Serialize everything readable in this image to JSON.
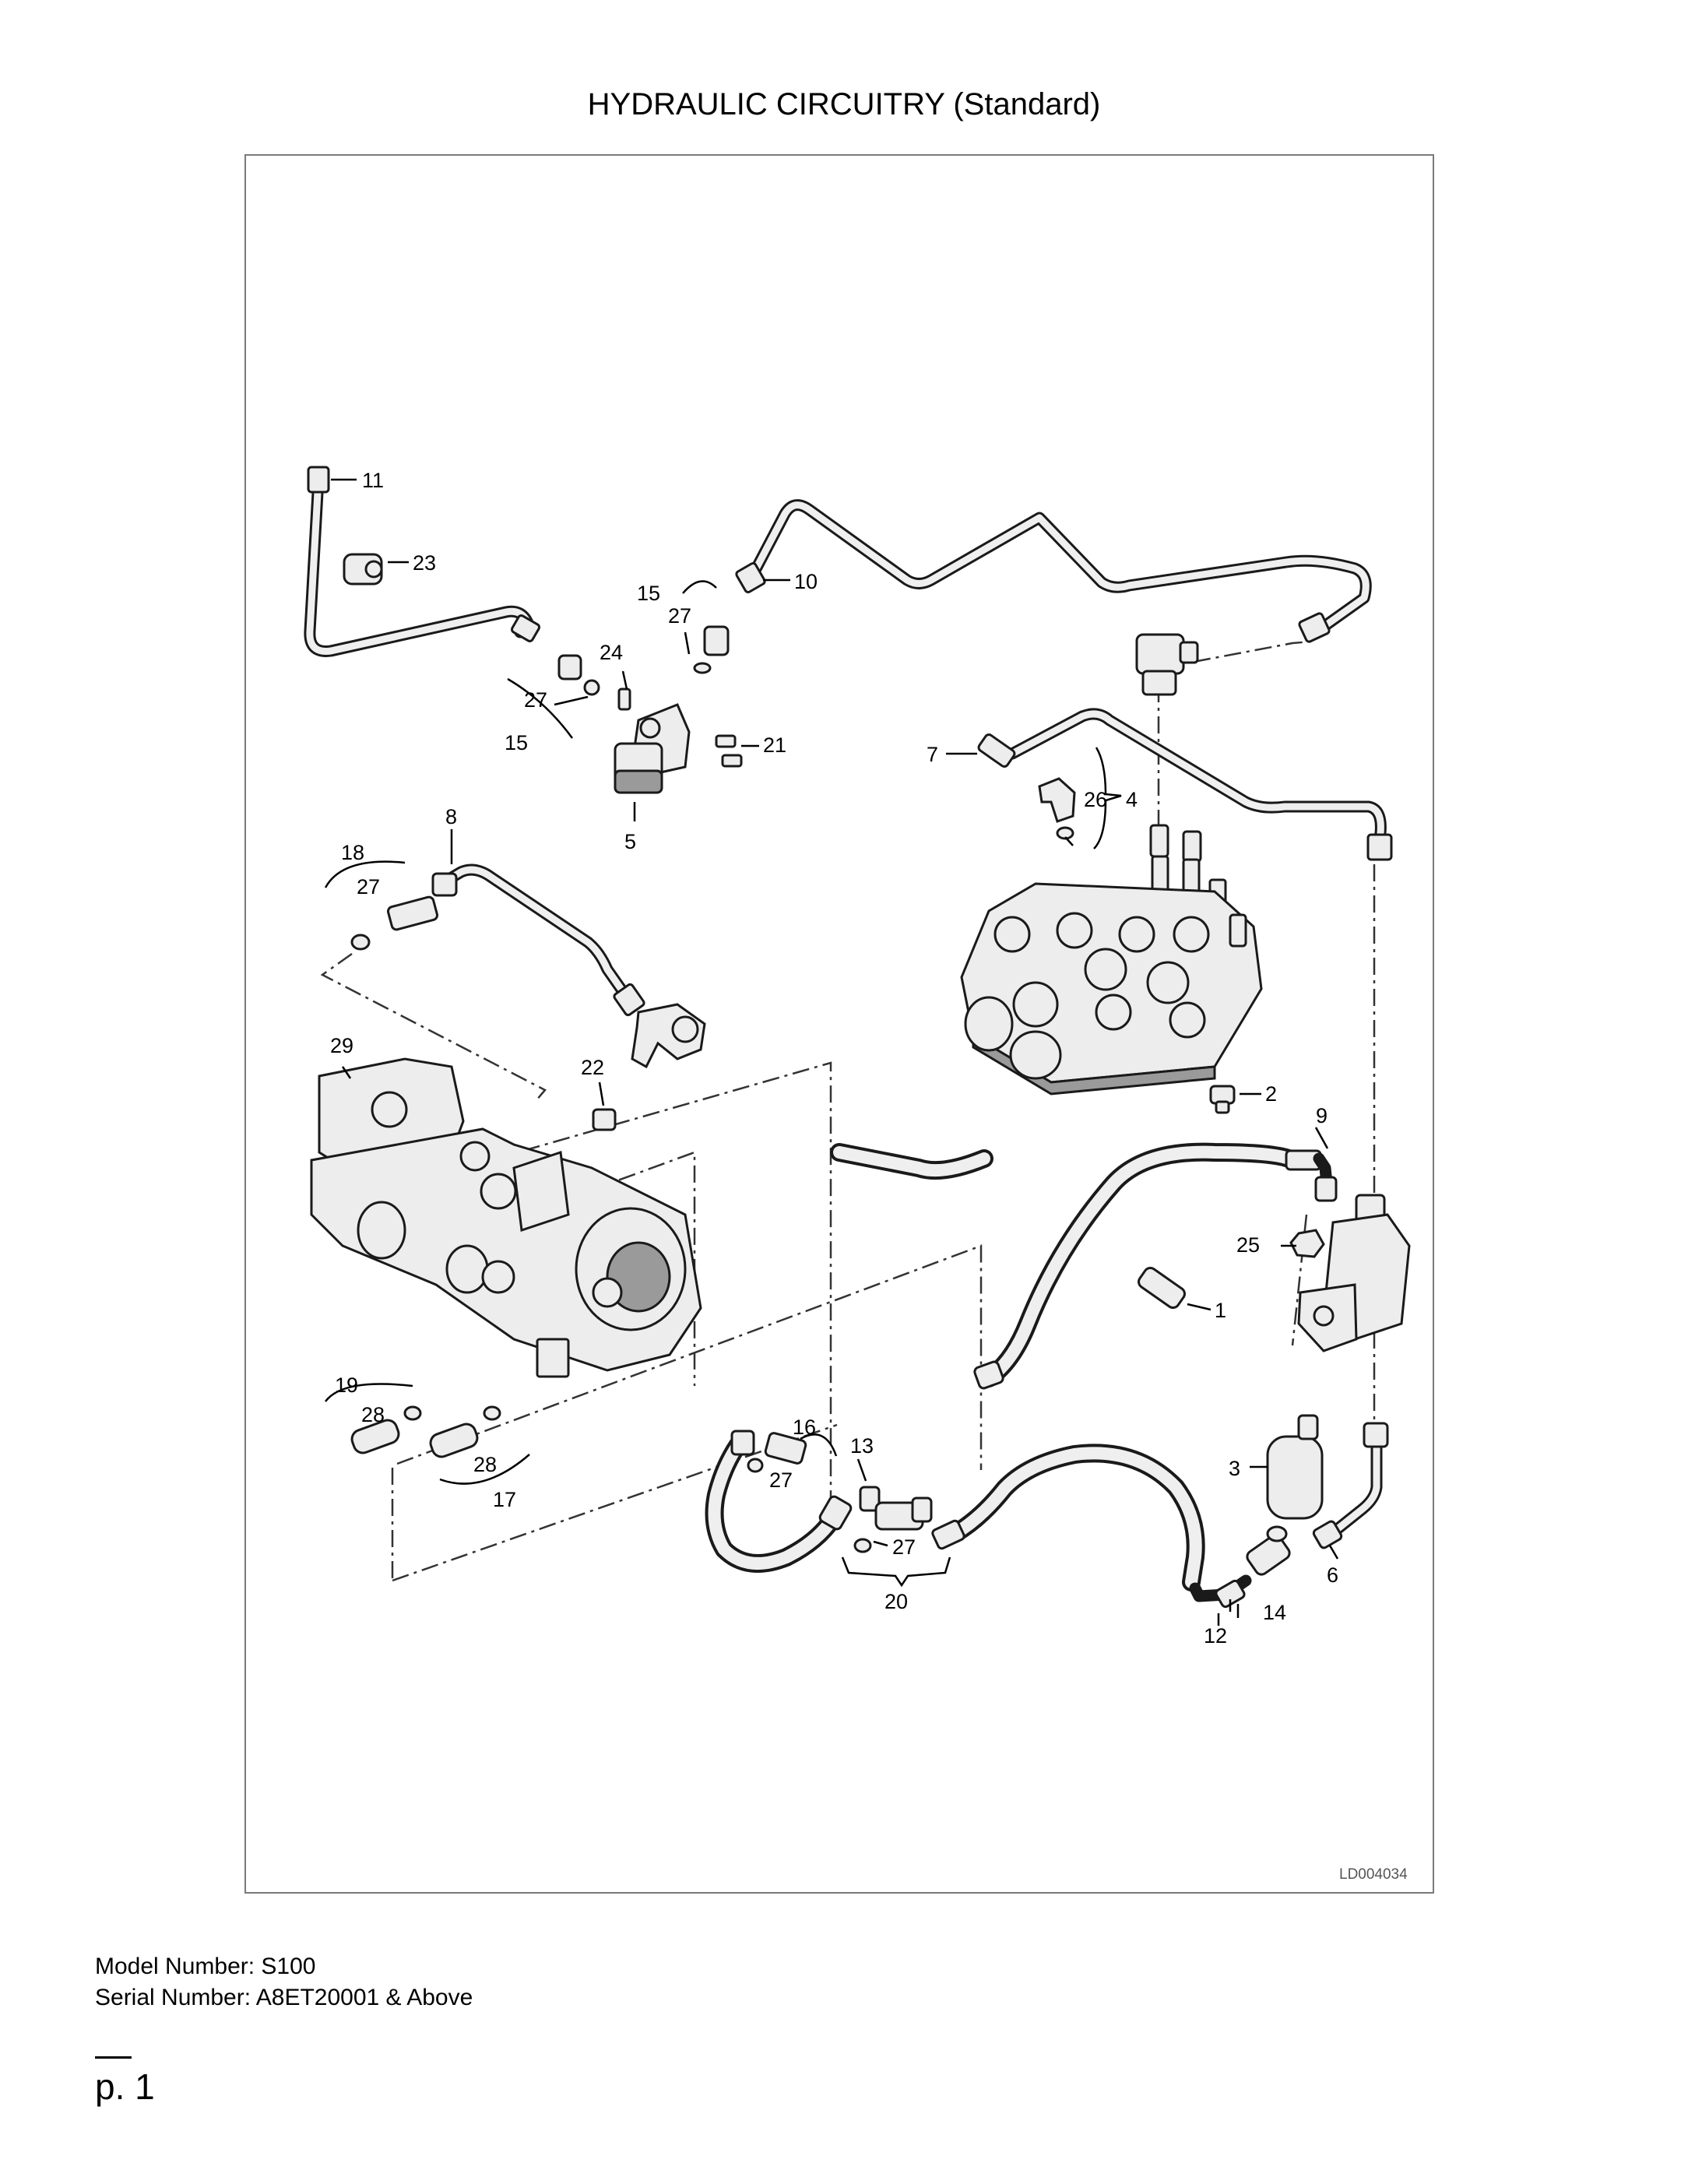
{
  "page": {
    "title": "HYDRAULIC CIRCUITRY (Standard)",
    "model_line": "Model Number: S100",
    "serial_line": "Serial Number: A8ET20001 & Above",
    "page_number": "p. 1"
  },
  "diagram": {
    "drawing_code": "LD004034",
    "callouts": {
      "c1": "1",
      "c2": "2",
      "c3": "3",
      "c4": "4",
      "c5": "5",
      "c6": "6",
      "c7": "7",
      "c8": "8",
      "c9": "9",
      "c10": "10",
      "c11": "11",
      "c12": "12",
      "c13": "13",
      "c14": "14",
      "c15a": "15",
      "c15b": "15",
      "c16": "16",
      "c17": "17",
      "c18": "18",
      "c19": "19",
      "c20": "20",
      "c21": "21",
      "c22": "22",
      "c23": "23",
      "c24": "24",
      "c25": "25",
      "c26": "26",
      "c27a": "27",
      "c27b": "27",
      "c27c": "27",
      "c27d": "27",
      "c27e": "27",
      "c28a": "28",
      "c28b": "28",
      "c29": "29"
    }
  }
}
